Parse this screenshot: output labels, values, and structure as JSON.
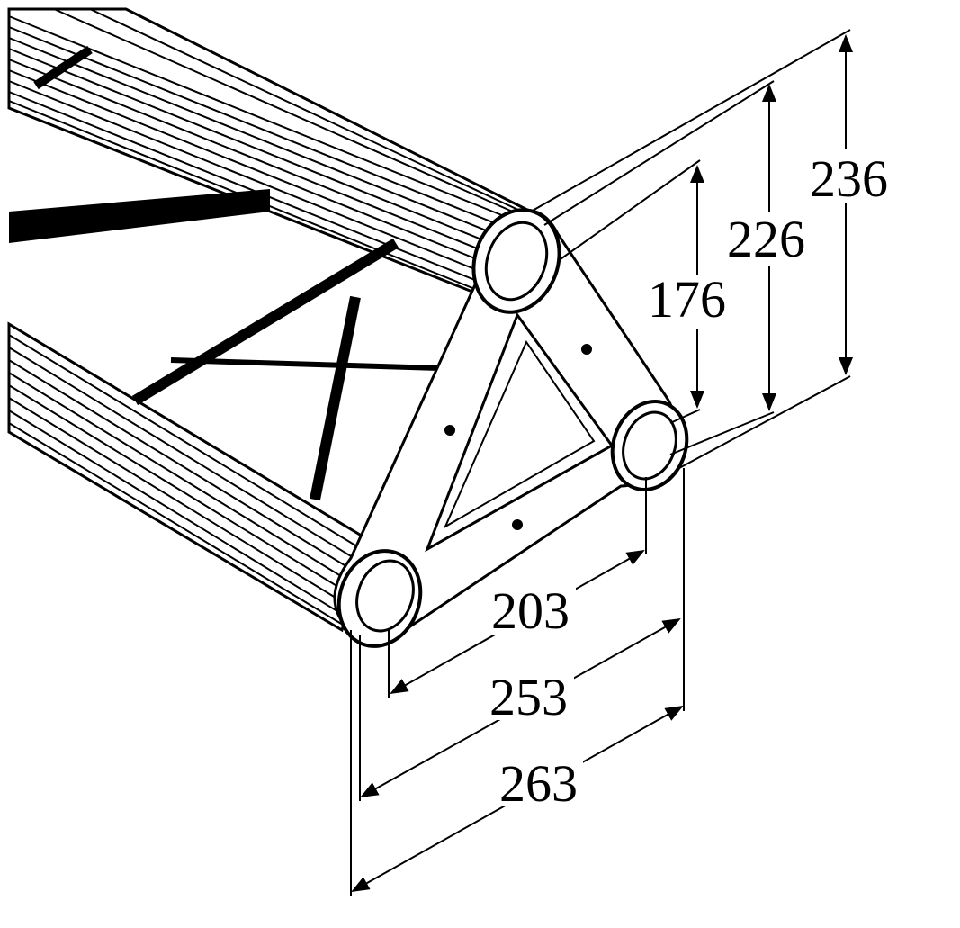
{
  "drawing": {
    "subject": "triangular truss end view with dimensions",
    "line_color": "#000000",
    "background": "#ffffff"
  },
  "dimensions": {
    "height_outer": "236",
    "height_mid": "226",
    "height_inner": "176",
    "width_inner": "203",
    "width_mid": "253",
    "width_outer": "263"
  }
}
